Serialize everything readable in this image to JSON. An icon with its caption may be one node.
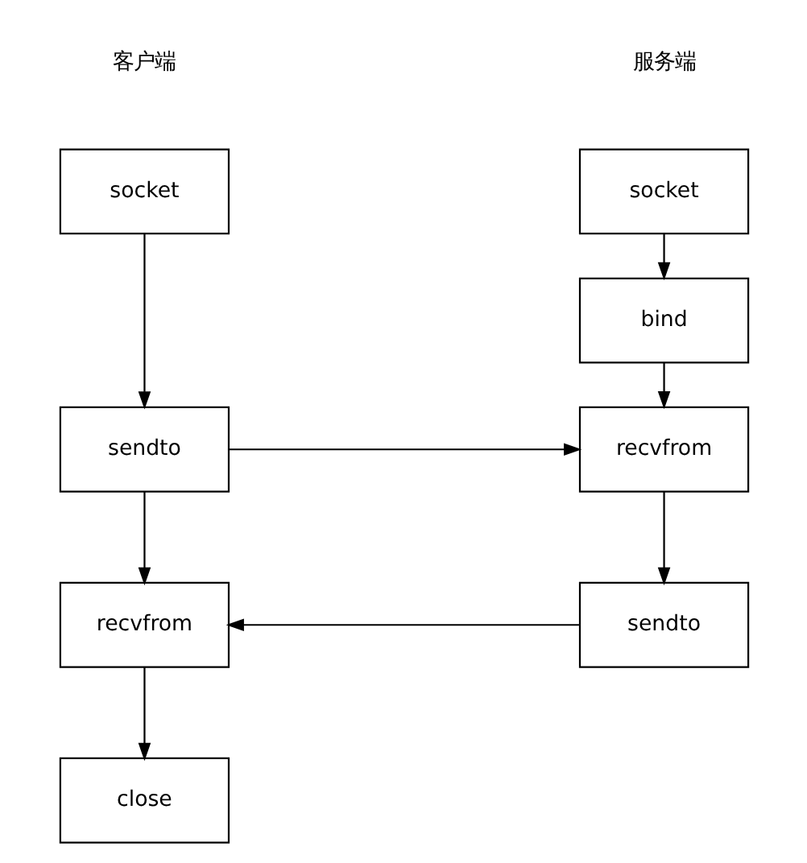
{
  "diagram": {
    "nodes": [
      {
        "text": [
          "socket"
        ]
      },
      {
        "text": [
          "sendto"
        ]
      },
      {
        "text": [
          "recvfrom"
        ]
      },
      {
        "text": [
          "close"
        ]
      },
      {
        "text": [
          "socket"
        ]
      },
      {
        "text": [
          "bind"
        ]
      },
      {
        "text": [
          "recvfrom"
        ]
      },
      {
        "text": [
          "sendto"
        ]
      }
    ],
    "edges": [
      {
        "from": 0,
        "to": 1,
        "arrow": "to"
      },
      {
        "from": 1,
        "to": 2,
        "arrow": "to"
      },
      {
        "from": 2,
        "to": 3,
        "arrow": "to"
      },
      {
        "from": 4,
        "to": 5,
        "arrow": "to"
      },
      {
        "from": 5,
        "to": 6,
        "arrow": "to"
      },
      {
        "from": 6,
        "to": 7,
        "arrow": "to"
      },
      {
        "from": 1,
        "to": 6,
        "arrow": "to"
      },
      {
        "from": 7,
        "to": 2,
        "arrow": "to"
      }
    ],
    "labels": [
      "客户端",
      "服务端"
    ]
  }
}
